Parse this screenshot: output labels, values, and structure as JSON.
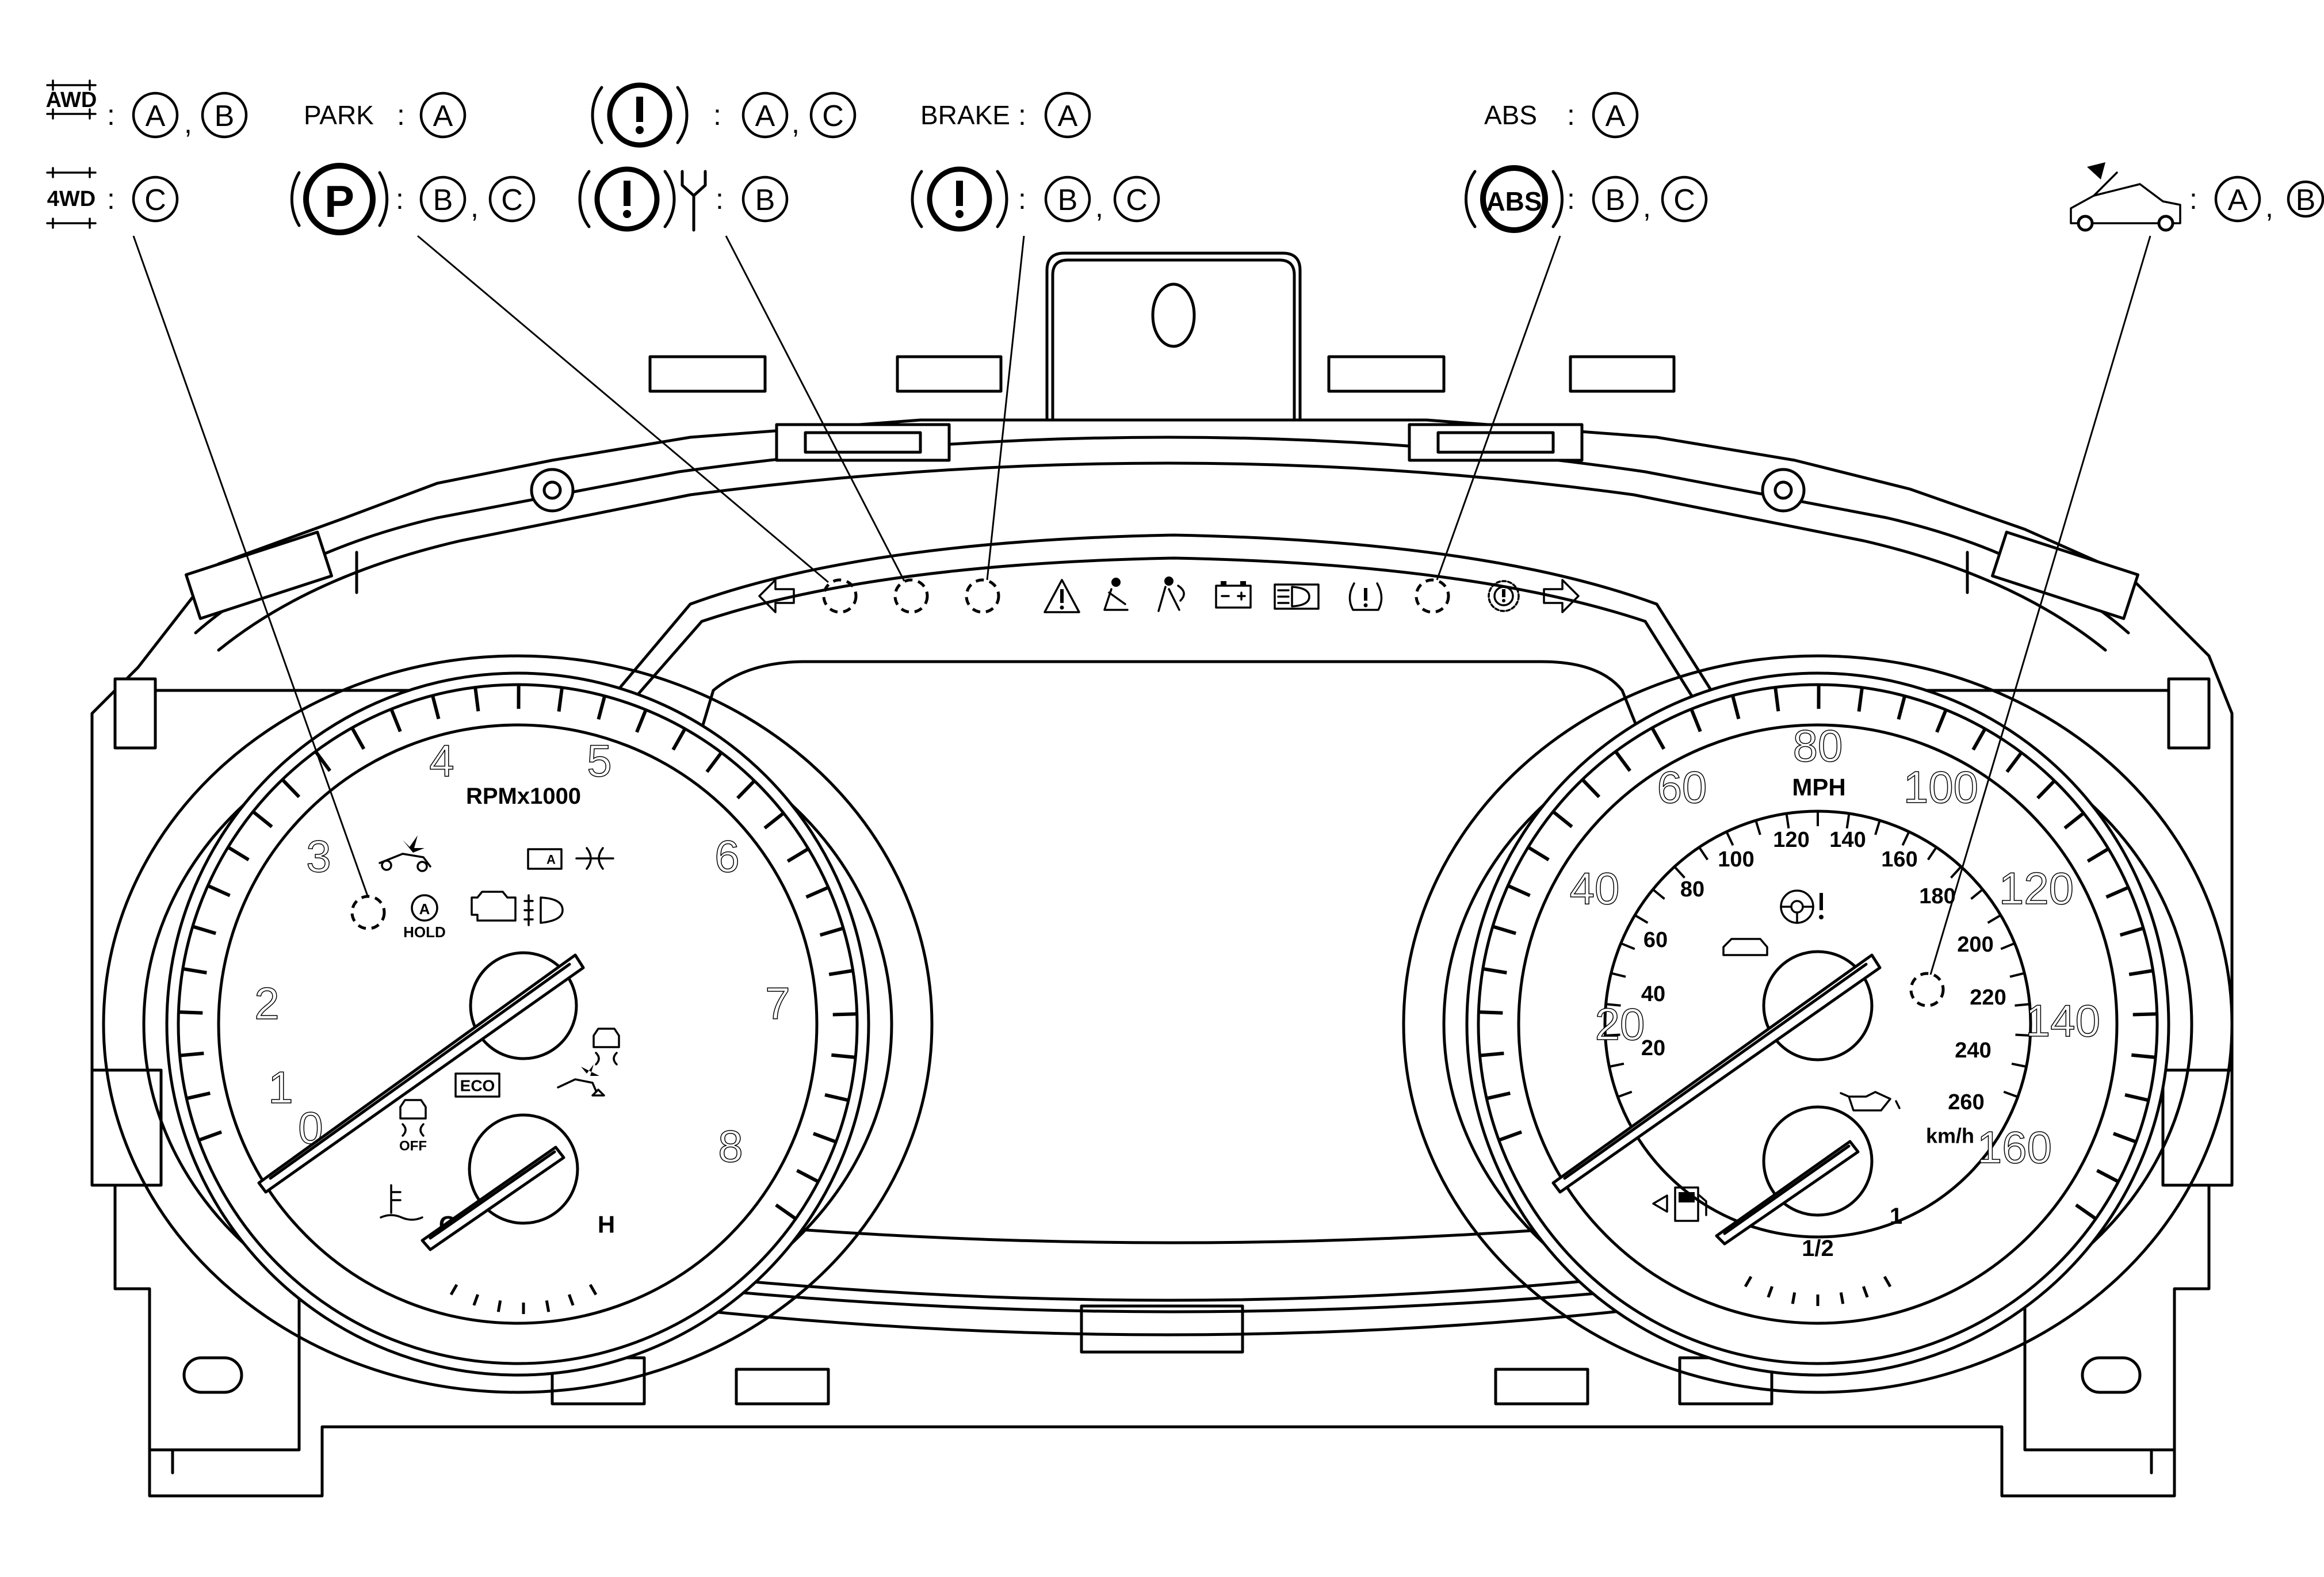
{
  "legend": {
    "row1": [
      {
        "label": "PARK",
        "refs": [
          "A"
        ]
      },
      {
        "label": "",
        "refs": [
          "A",
          "C"
        ]
      },
      {
        "label": "BRAKE",
        "refs": [
          "A"
        ]
      },
      {
        "label": "ABS",
        "refs": [
          "A"
        ]
      }
    ],
    "awd": {
      "icon_text": "AWD",
      "refs": [
        "A",
        "B"
      ]
    },
    "fwd4": {
      "icon_text": "4WD",
      "refs": [
        "C"
      ]
    },
    "park_p": {
      "icon_text": "P",
      "refs": [
        "B",
        "C"
      ]
    },
    "brake_wrench": {
      "refs": [
        "B"
      ]
    },
    "brake_excl": {
      "refs": [
        "B",
        "C"
      ]
    },
    "abs_icon": {
      "icon_text": "ABS",
      "refs": [
        "B",
        "C"
      ]
    },
    "hood": {
      "refs": [
        "A",
        "B"
      ]
    },
    "separator": ":",
    "comma": ","
  },
  "tachometer": {
    "unit_label": "RPMx1000",
    "numbers": [
      "0",
      "1",
      "2",
      "3",
      "4",
      "5",
      "6",
      "7",
      "8"
    ],
    "hold_label": "HOLD",
    "eco_label": "ECO",
    "off_label": "OFF",
    "temp_high": "H",
    "temp_low": "C"
  },
  "speedometer": {
    "unit_mph": "MPH",
    "unit_kmh": "km/h",
    "mph_numbers": [
      "20",
      "40",
      "60",
      "80",
      "100",
      "120",
      "140",
      "160"
    ],
    "kmh_numbers": [
      "20",
      "40",
      "60",
      "80",
      "100",
      "120",
      "140",
      "160",
      "180",
      "200",
      "220",
      "240",
      "260"
    ],
    "fuel_half": "1/2",
    "fuel_full": "1"
  },
  "icons": {
    "awd_icon": "awd-indicator-icon",
    "park_icon": "parking-brake-icon",
    "brake_icon": "brake-warning-icon",
    "abs_icon": "abs-warning-icon",
    "hood_icon": "hood-open-icon"
  }
}
